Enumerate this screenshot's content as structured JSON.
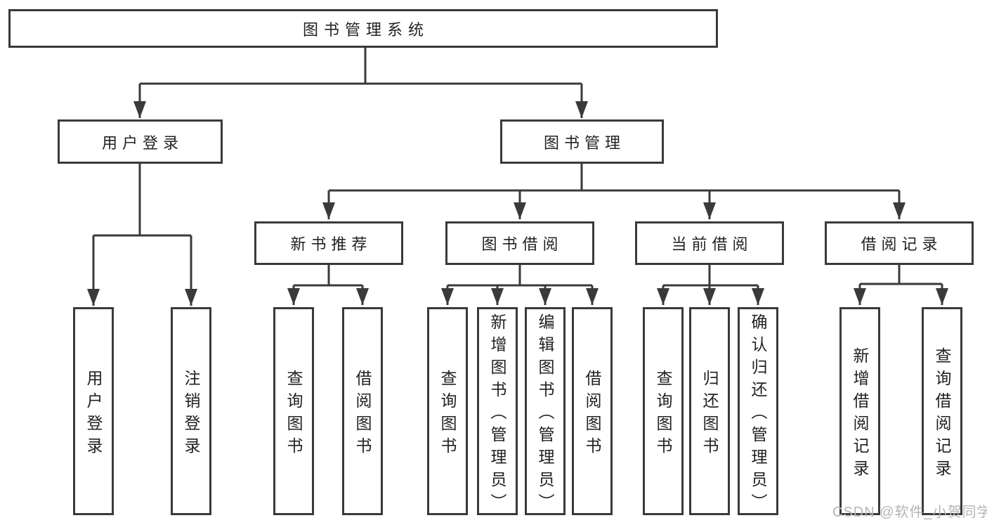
{
  "diagram_type": "functional-structure-tree",
  "tree": {
    "label": "图书管理系统",
    "children": [
      {
        "label": "用户登录",
        "children": [
          {
            "label": "用户登录"
          },
          {
            "label": "注销登录"
          }
        ]
      },
      {
        "label": "图书管理",
        "children": [
          {
            "label": "新书推荐",
            "children": [
              {
                "label": "查询图书"
              },
              {
                "label": "借阅图书"
              }
            ]
          },
          {
            "label": "图书借阅",
            "children": [
              {
                "label": "查询图书"
              },
              {
                "label": "新增图书（管理员）"
              },
              {
                "label": "编辑图书（管理员）"
              },
              {
                "label": "借阅图书"
              }
            ]
          },
          {
            "label": "当前借阅",
            "children": [
              {
                "label": "查询图书"
              },
              {
                "label": "归还图书"
              },
              {
                "label": "确认归还（管理员）"
              }
            ]
          },
          {
            "label": "借阅记录",
            "children": [
              {
                "label": "新增借阅记录"
              },
              {
                "label": "查询借阅记录"
              }
            ]
          }
        ]
      }
    ]
  },
  "watermark": {
    "text": "CSDN @软件_小贺同学"
  },
  "colors": {
    "line": "#3a3a3a",
    "text": "#222222",
    "watermark": "#b5b5b5",
    "background": "#ffffff"
  }
}
